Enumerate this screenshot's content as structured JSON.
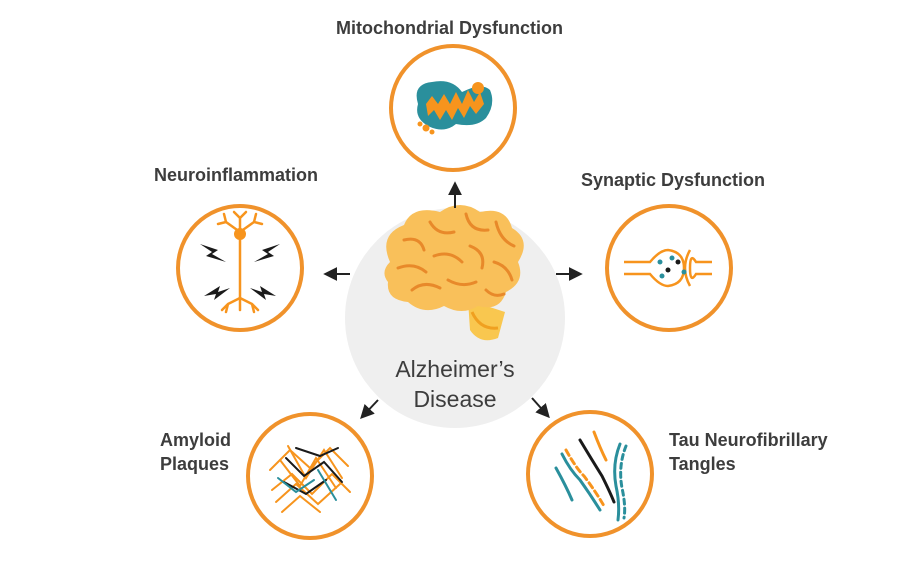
{
  "center": {
    "line1": "Alzheimer’s",
    "line2": "Disease"
  },
  "nodes": {
    "mitochondrial": {
      "label": "Mitochondrial Dysfunction"
    },
    "neuroinflammation": {
      "label": "Neuroinflammation"
    },
    "synaptic": {
      "label": "Synaptic Dysfunction"
    },
    "amyloid": {
      "line1": "Amyloid",
      "line2": "Plaques"
    },
    "tau": {
      "line1": "Tau Neurofibrillary",
      "line2": "Tangles"
    }
  },
  "colors": {
    "ring": "#f0922b",
    "teal": "#2a8f9c",
    "center_bg": "#efefef",
    "arrow": "#222222",
    "text": "#3d3d3d"
  }
}
